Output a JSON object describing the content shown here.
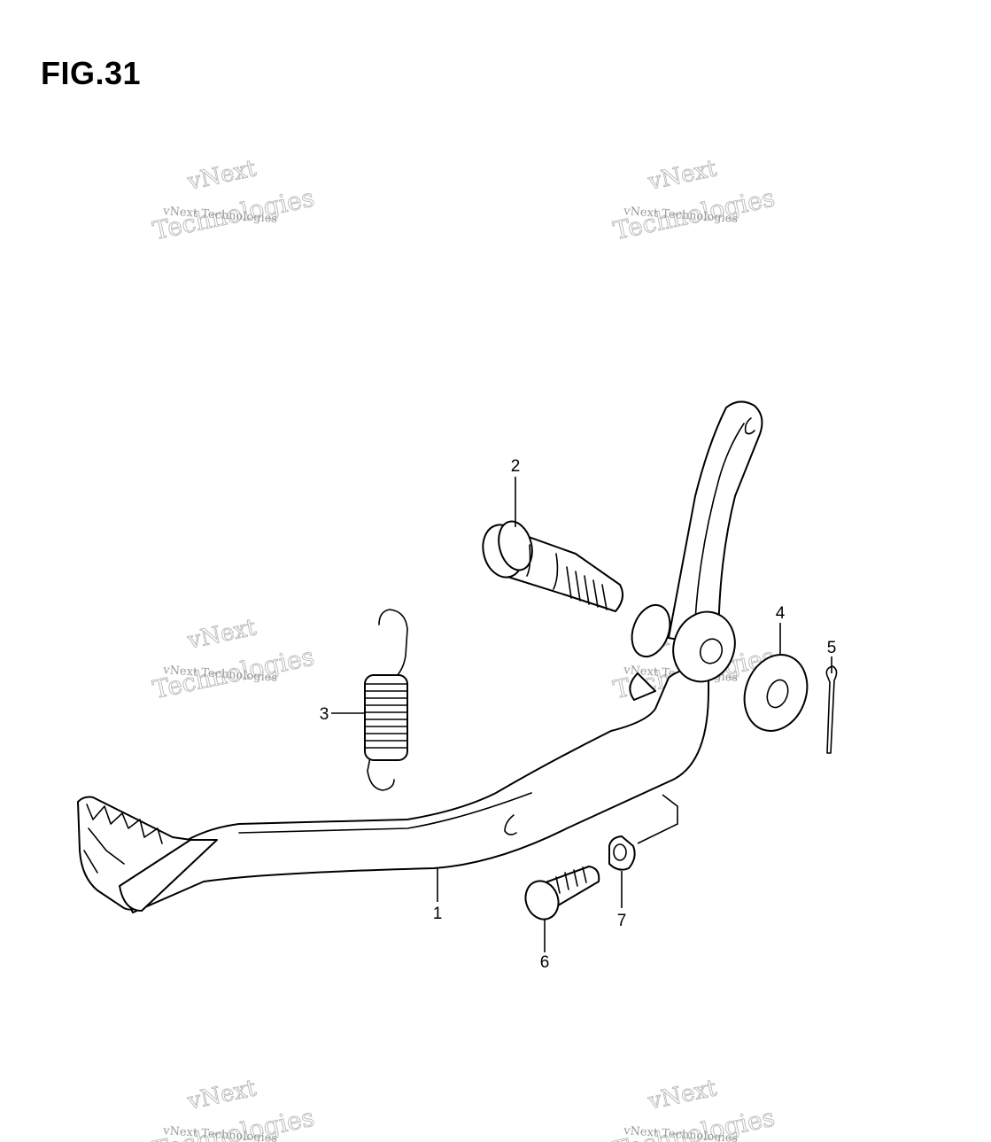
{
  "figure": {
    "title": "FIG.31"
  },
  "watermark": {
    "line1": "vNext",
    "line2": "vNext Technologies",
    "line3": "Technologies"
  },
  "callouts": {
    "pedal": "1",
    "pivot_bolt": "2",
    "spring": "3",
    "washer": "4",
    "cotter_pin": "5",
    "bolt": "6",
    "nut": "7"
  },
  "colors": {
    "line": "#000000",
    "background": "#ffffff",
    "watermark": "#b8b8b8"
  }
}
